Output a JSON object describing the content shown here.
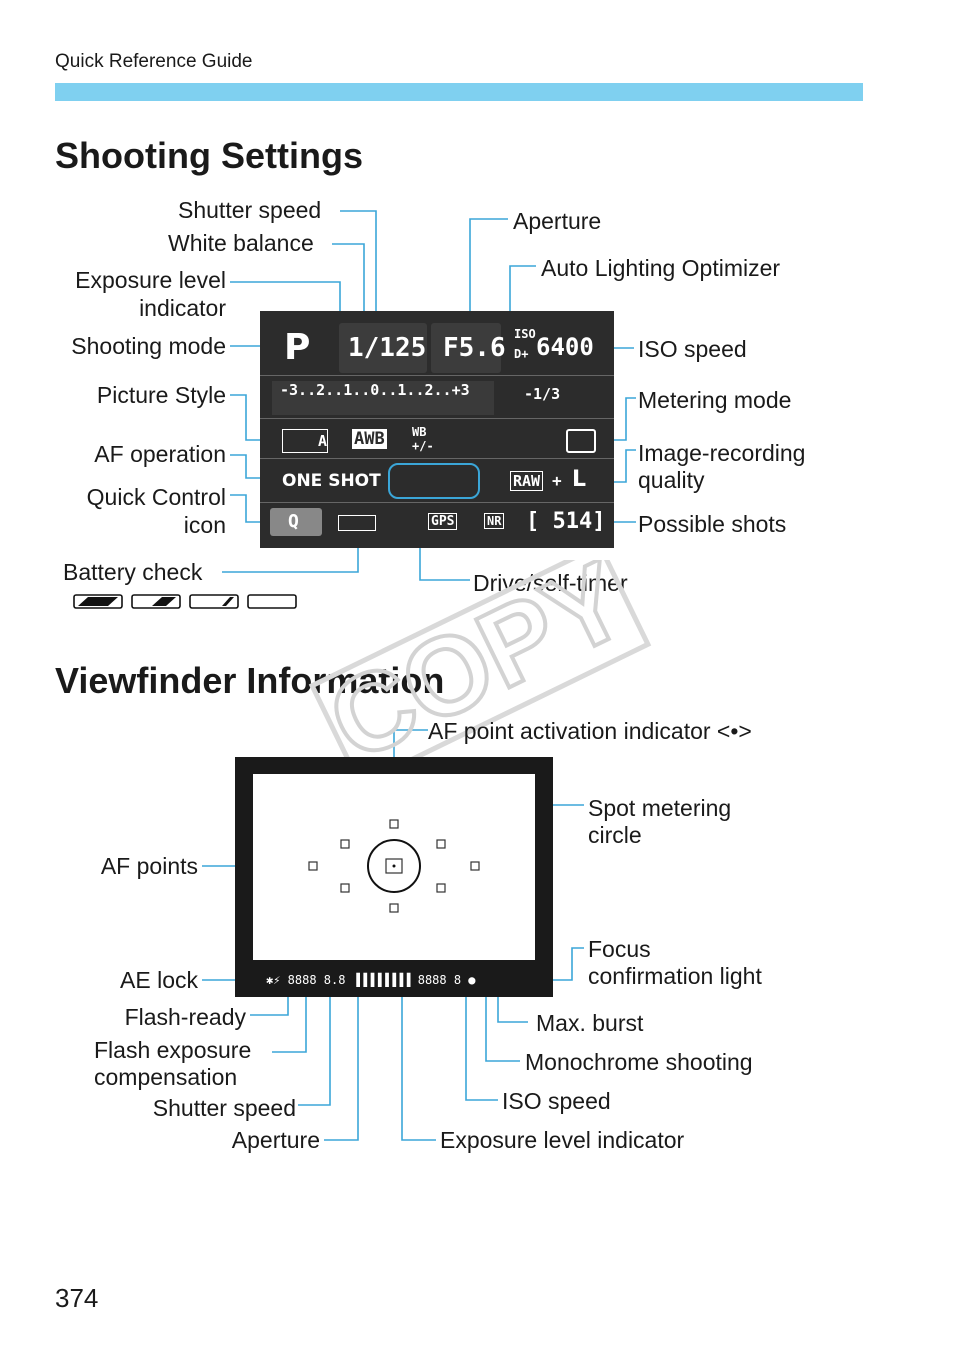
{
  "header": {
    "guide_title": "Quick Reference Guide",
    "accent_color": "#7fd0f0"
  },
  "shooting": {
    "title": "Shooting Settings",
    "labels": {
      "shutter_speed": "Shutter speed",
      "white_balance": "White balance",
      "exposure_level_1": "Exposure level",
      "exposure_level_2": "indicator",
      "shooting_mode": "Shooting mode",
      "picture_style": "Picture Style",
      "af_operation": "AF operation",
      "quick_control_1": "Quick Control",
      "quick_control_2": "icon",
      "battery_check": "Battery check",
      "aperture": "Aperture",
      "alo": "Auto Lighting Optimizer",
      "iso_speed": "ISO speed",
      "metering_mode": "Metering mode",
      "image_quality_1": "Image-recording",
      "image_quality_2": "quality",
      "possible_shots": "Possible shots",
      "drive": "Drive/self-timer"
    },
    "lcd": {
      "mode": "P",
      "shutter": "1/125",
      "aperture": "F5.6",
      "iso_prefix": "ISO",
      "iso_sub": "D+",
      "iso": "6400",
      "exposure_scale": "-3..2..1..0..1..2..+3",
      "flash_comp": "-1/3",
      "picture_style": "A",
      "wb": "AWB",
      "wb_shift": "WB",
      "wb_shift2": "+/-",
      "af_mode": "ONE SHOT",
      "quality_raw": "RAW",
      "quality_plus": "+",
      "quality_l": "L",
      "q_icon": "Q",
      "gps": "GPS",
      "nr": "NR",
      "shots": "[ 514]"
    }
  },
  "viewfinder": {
    "title": "Viewfinder Information",
    "labels": {
      "af_activation": "AF point activation indicator <•>",
      "spot_1": "Spot metering",
      "spot_2": "circle",
      "af_points": "AF points",
      "focus_1": "Focus",
      "focus_2": "confirmation light",
      "ae_lock": "AE lock",
      "flash_ready": "Flash-ready",
      "flash_comp_1": "Flash exposure",
      "flash_comp_2": "compensation",
      "shutter_speed": "Shutter speed",
      "aperture": "Aperture",
      "max_burst": "Max. burst",
      "monochrome": "Monochrome shooting",
      "iso_speed": "ISO speed",
      "exposure_level": "Exposure level indicator"
    },
    "strip": "✱⚡ 8888 8.8 ▐▐▐▐▐▐▐▐ 8888 8 ●"
  },
  "watermark": "COPY",
  "page_number": "374"
}
